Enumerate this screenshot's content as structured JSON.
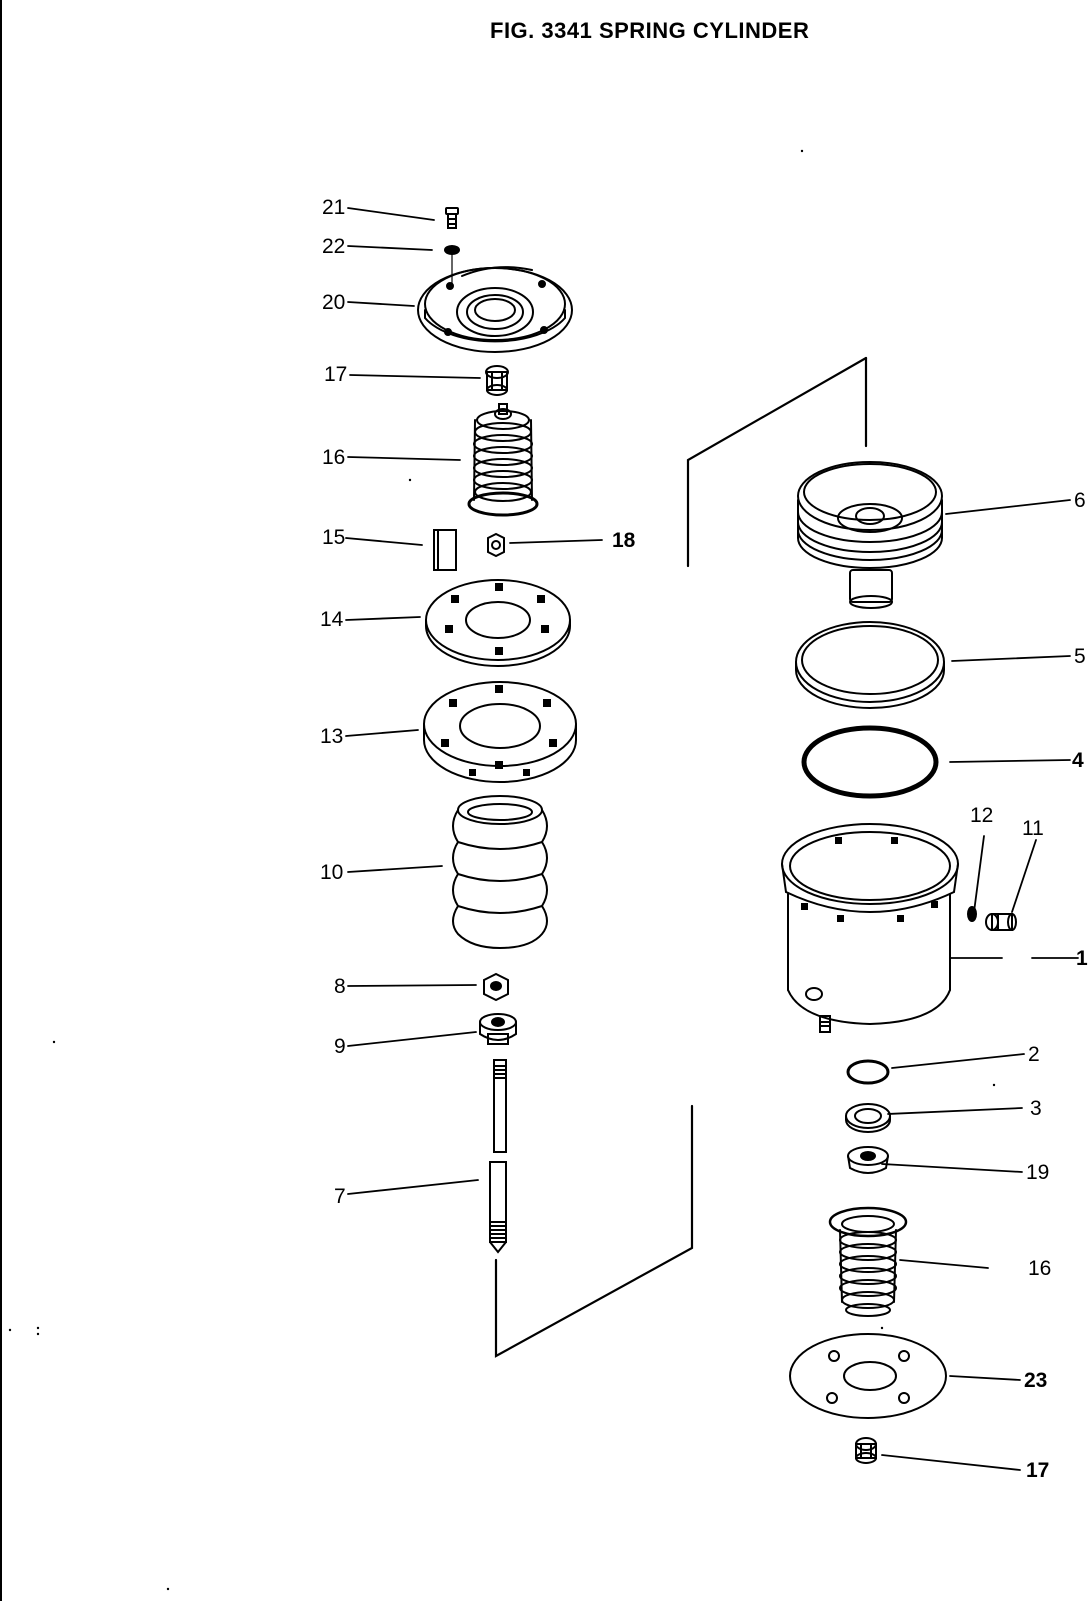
{
  "figure": {
    "title": "FIG. 3341  SPRING CYLINDER"
  },
  "callouts": {
    "c21": "21",
    "c22": "22",
    "c20": "20",
    "c17_top": "17",
    "c16_left": "16",
    "c15": "15",
    "c18": "18",
    "c14": "14",
    "c13": "13",
    "c10": "10",
    "c8": "8",
    "c9": "9",
    "c7": "7",
    "c6": "6",
    "c5": "5",
    "c4": "4",
    "c12": "12",
    "c11": "11",
    "c1": "1",
    "c2": "2",
    "c3": "3",
    "c19": "19",
    "c16_right": "16",
    "c23": "23",
    "c17_bottom": "17"
  }
}
